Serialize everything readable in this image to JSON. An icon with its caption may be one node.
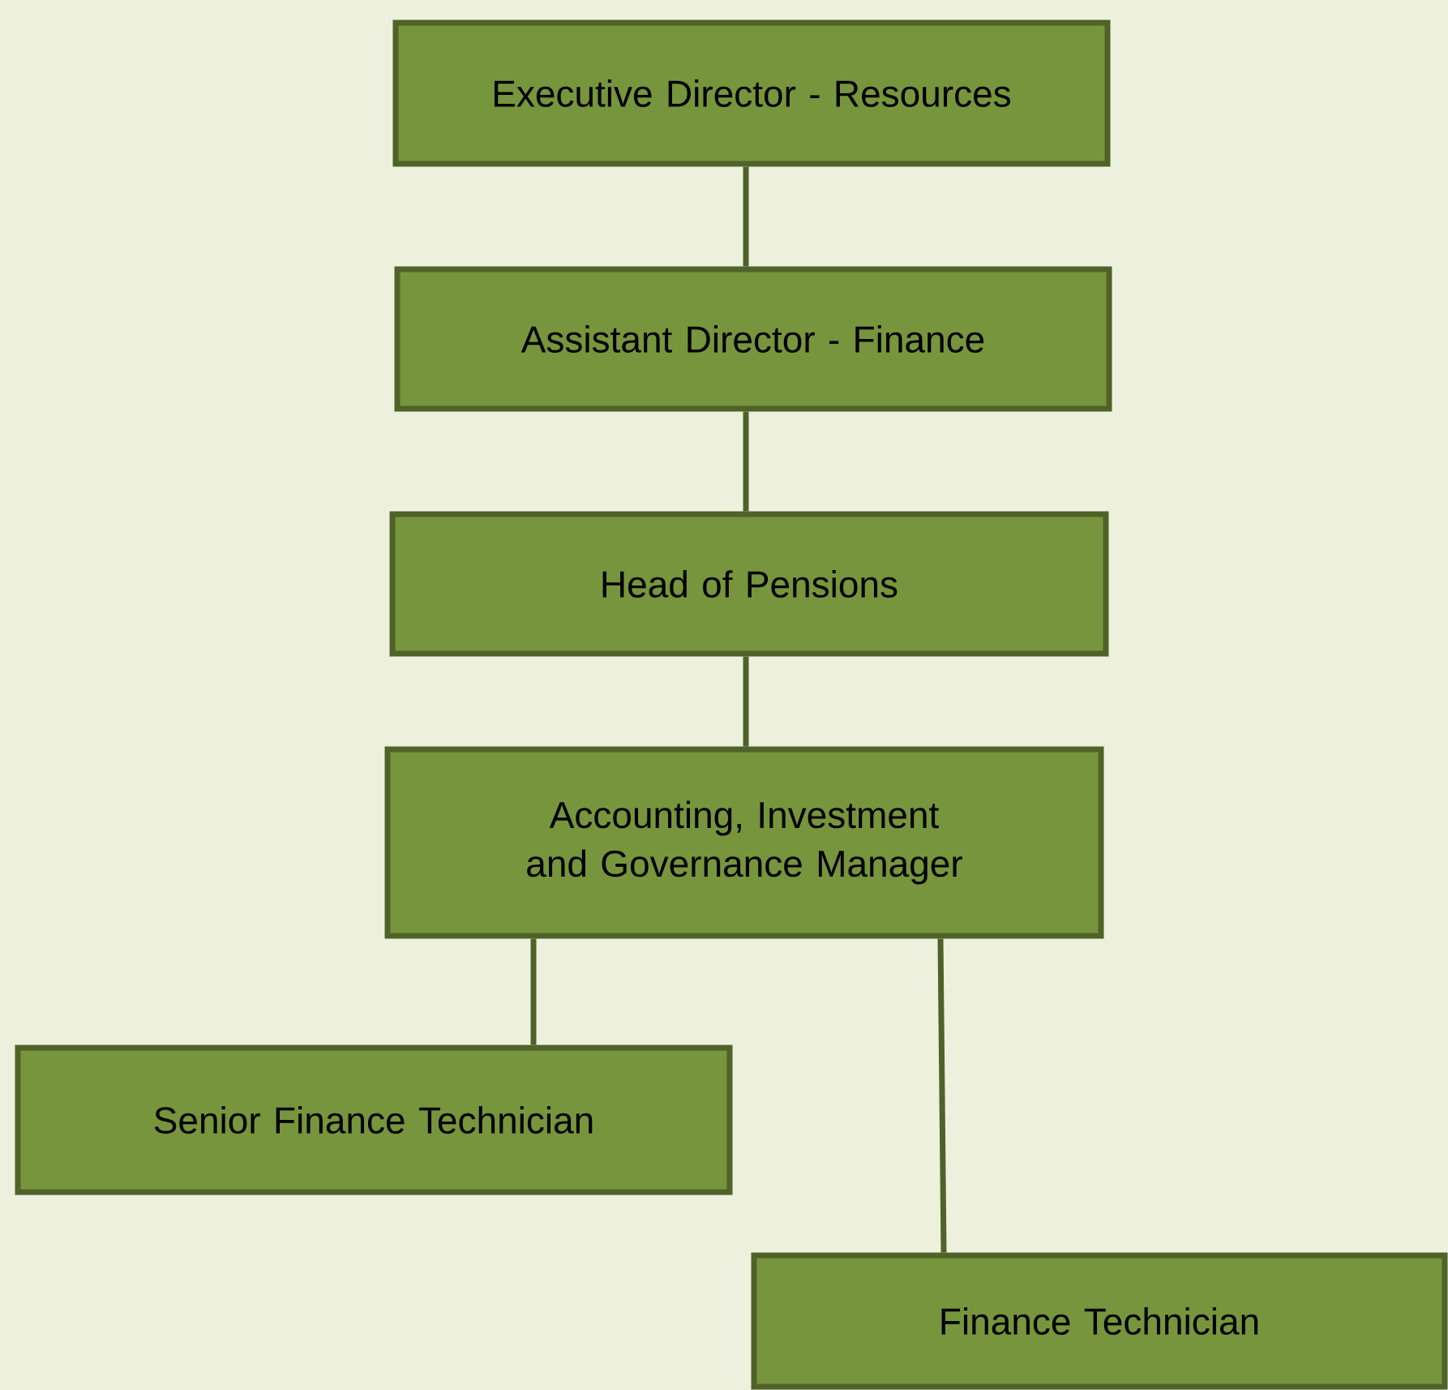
{
  "diagram": {
    "nodes": [
      {
        "text": [
          "Executive Director - Resources"
        ]
      },
      {
        "text": [
          "Assistant Director - Finance"
        ]
      },
      {
        "text": [
          "Head of Pensions"
        ]
      },
      {
        "text": [
          "Accounting, Investment and Governance Manager"
        ]
      },
      {
        "text": [
          "Senior Finance Technician"
        ]
      },
      {
        "text": [
          "Finance Technician"
        ]
      }
    ],
    "edges": [
      {
        "from": 0,
        "to": 1,
        "arrow": "none"
      },
      {
        "from": 1,
        "to": 2,
        "arrow": "none"
      },
      {
        "from": 2,
        "to": 3,
        "arrow": "none"
      },
      {
        "from": 3,
        "to": 4,
        "arrow": "none"
      },
      {
        "from": 3,
        "to": 5,
        "arrow": "none"
      }
    ]
  }
}
